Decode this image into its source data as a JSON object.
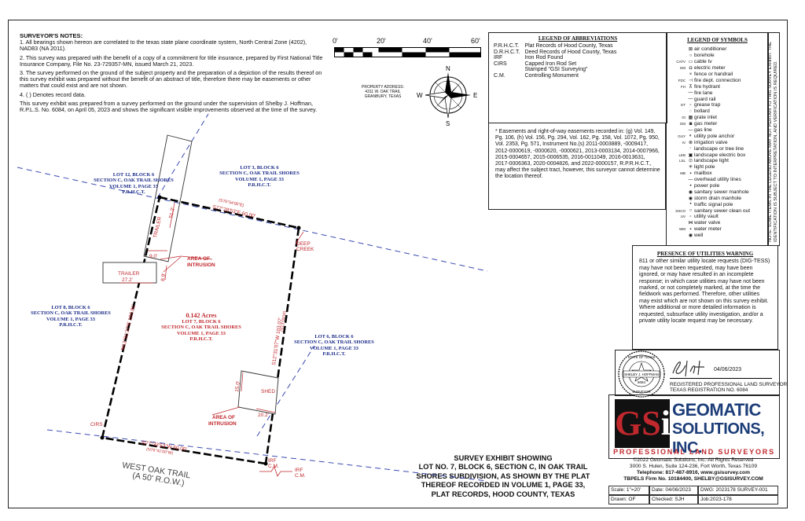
{
  "notes": {
    "heading": "SURVEYOR'S NOTES:",
    "n1": "1.     All bearings shown hereon are correlated to the texas state plane coordinate system, North Central Zone (4202), NAD83 (NA 2011).",
    "n2": "2.     This survey was prepared with the benefit of a copy of a commitment for title insurance, prepared by First National Title Insurance Company, File No. 23-729357-MN, issued March 21, 2023.",
    "n3": "3.     The survey performed on the ground of the subject property and the preparation of a depiction of the results thereof on this survey exhibit was prepared without the benefit of an abstract of title, therefore there may be easements or other matters that could exist and are not shown.",
    "n4": "4. ( ) Denotes record data.",
    "para": "This survey exhibit was prepared from a survey performed on the ground under the supervision of Shelby J. Hoffman, R.P.L.S. No. 6084, on April 05, 2023 and shows the significant visible improvements observed at the time of the survey."
  },
  "scale": {
    "t0": "0'",
    "t1": "20'",
    "t2": "40'",
    "t3": "60'"
  },
  "address": {
    "l1": "PROPERTY ADDRESS:",
    "l2": "4311 W. OAK TRAIL",
    "l3": "GRANBURY, TEXAS"
  },
  "compass": {
    "n": "N",
    "s": "S",
    "e": "E",
    "w": "W"
  },
  "abbreviations": {
    "title": "LEGEND OF ABBREVIATIONS",
    "rows": [
      [
        "P.R.H.C.T.",
        "Plat Records of Hood County, Texas"
      ],
      [
        "D.R.H.C.T.",
        "Deed Records of Hood County, Texas"
      ],
      [
        "IRF",
        "Iron Rod Found"
      ],
      [
        "CIRS",
        "Capped Iron Rod Set"
      ],
      [
        "",
        "Stamped \"GSI Surveying\""
      ],
      [
        "C.M.",
        "Controlling Monument"
      ]
    ]
  },
  "easements": "* Easements and right-of-way easements recorded in: (g) Vol. 149, Pg. 106, (h) Vol. 156, Pg. 294, Vol. 162, Pg. 158, Vol. 1072, Pg. 950, Vol. 2353, Pg. 571, Instrument No.(s) 2011-0003889, -0009417, 2012-0000619, -0000620, -0000621, 2013-0003134, 2014-0007966, 2015-0004657, 2015-0006535, 2016-0011049, 2016-0013631, 2017-0006363, 2020-0004826, and 2022-0000157, R.P.R.H.C.T., may affect the subject tract, however, this surveyor cannot determine the location thereof.",
  "symbols": {
    "title": "LEGEND OF SYMBOLS",
    "items": [
      {
        "code": "",
        "icon": "⊠",
        "label": "air conditioner"
      },
      {
        "code": "",
        "icon": "○",
        "label": "borehole"
      },
      {
        "code": "CATV",
        "icon": "▭",
        "label": "cable tv"
      },
      {
        "code": "EM",
        "icon": "◘",
        "label": "electric meter"
      },
      {
        "code": "",
        "icon": "×",
        "label": "fence or handrail"
      },
      {
        "code": "FDC",
        "icon": "⊣",
        "label": "fire dept. connection"
      },
      {
        "code": "FH",
        "icon": "⊼",
        "label": "fire hydrant"
      },
      {
        "code": "",
        "icon": "—",
        "label": "fire lane"
      },
      {
        "code": "",
        "icon": "—",
        "label": "guard rail"
      },
      {
        "code": "GT",
        "icon": "▫",
        "label": "grease trap"
      },
      {
        "code": "",
        "icon": "◌",
        "label": "bollard"
      },
      {
        "code": "GI",
        "icon": "▦",
        "label": "grate inlet"
      },
      {
        "code": "GM",
        "icon": "◙",
        "label": "gas meter"
      },
      {
        "code": "",
        "icon": "—",
        "label": "gas line"
      },
      {
        "code": "GUY",
        "icon": "◐",
        "label": "utility pole anchor"
      },
      {
        "code": "IV",
        "icon": "⊗",
        "label": "irrigation valve"
      },
      {
        "code": "",
        "icon": "◦",
        "label": "landscape or tree line"
      },
      {
        "code": "LEB",
        "icon": "▣",
        "label": "landscape electric box"
      },
      {
        "code": "LSL",
        "icon": "⊙",
        "label": "landscape light"
      },
      {
        "code": "",
        "icon": "✳",
        "label": "light pole"
      },
      {
        "code": "MB",
        "icon": "▪",
        "label": "mailbox"
      },
      {
        "code": "",
        "icon": "—",
        "label": "overhead utility lines"
      },
      {
        "code": "",
        "icon": "•",
        "label": "power pole"
      },
      {
        "code": "",
        "icon": "◉",
        "label": "sanitary sewer manhole"
      },
      {
        "code": "",
        "icon": "◉",
        "label": "storm drain manhole"
      },
      {
        "code": "",
        "icon": "•",
        "label": "traffic signal pole"
      },
      {
        "code": "SSCO",
        "icon": "○",
        "label": "sanitary sewer clean out"
      },
      {
        "code": "UV",
        "icon": "▫",
        "label": "utility vault"
      },
      {
        "code": "",
        "icon": "⋈",
        "label": "water valve"
      },
      {
        "code": "WM",
        "icon": "▪",
        "label": "water meter"
      },
      {
        "code": "",
        "icon": "◉",
        "label": "well"
      }
    ]
  },
  "vertical_note": "NOTE: SOME ITEMS IN THE LEGEND ABOVE MAY NOT PERTAIN TO THIS SURVEY EXHIBIT. THE IDENTIFICATION IS SUBJECT TO INTERPRETATION, AND VERIFICATION IS REQUIRED.",
  "utilities": {
    "title": "PRESENCE OF UTILITIES WARNING",
    "text": "811 or other similar utility locate requests (DIG-TESS) may have not been requested, may have been ignored, or may have resulted in an incomplete response; in which case utilities may have not been marked, or not completely marked, at the time the fieldwork was performed. Therefore, other utilities may exist which are not shown on this survey exhibit. Where additional or more detailed information is requested, subsurface utility investigation, and/or a private utility locate request may be necessary."
  },
  "seal": {
    "top": "STATE OF TEXAS",
    "name": "SHELBY J. HOFFMAN",
    "num": "6084",
    "bottom": "SURVEYOR"
  },
  "signature": {
    "sig": "SJ Hoff",
    "date": "04/06/2023",
    "l1": "REGISTERED PROFESSIONAL LAND SURVEYOR",
    "l2": "TEXAS REGISTRATION NO. 6084"
  },
  "company": {
    "gsi_g": "G",
    "gsi_s": "S",
    "gsi_i": "i",
    "name1": "GEOMATIC",
    "name2": "SOLUTIONS, INC.",
    "tagline": "PROFESSIONAL LAND SURVEYORS",
    "c1": "©2022 Geomatic Solutions, Inc.-All Rights Reserved",
    "c2": "3000 S. Hulen, Suite 124-236, Fort Worth, Texas 76109",
    "c3": "Telephone: 817-487-8916, www.gsisurvey.com",
    "c4": "TBPELS Firm No. 10184400, SHELBY@GSISURVEY.COM"
  },
  "titleblock": {
    "scale": "Scale: 1\"=20'",
    "date": "Date: 04/06/2023",
    "dwg": "DWG: 2023178 SURVEY-001",
    "drawn": "Drawn: OF",
    "checked": "Checked: SJH",
    "job": "Job:2023-178"
  },
  "exhibit_title": {
    "l1": "SURVEY EXHIBIT SHOWING",
    "l2": "LOT NO. 7, BLOCK 6, SECTION C, IN OAK TRAIL",
    "l3": "SHORES SUBDIVISION, AS SHOWN BY THE PLAT",
    "l4": "THEREOF RECORDED IN VOLUME 1, PAGE 33,",
    "l5": "PLAT RECORDS, HOOD COUNTY, TEXAS"
  },
  "plat": {
    "lot12": [
      "LOT 12, BLOCK 6",
      "SECTION C, OAK TRAIL SHORES",
      "VOLUME 1, PAGE 33",
      "P.R.H.C.T."
    ],
    "lot3": [
      "LOT 3, BLOCK 6",
      "SECTION C, OAK TRAIL SHORES",
      "VOLUME 1, PAGE 33",
      "P.R.H.C.T."
    ],
    "lot8": [
      "LOT 8, BLOCK 6",
      "SECTION C, OAK TRAIL SHORES",
      "VOLUME 1, PAGE 33",
      "P.R.H.C.T."
    ],
    "lot6": [
      "LOT 6, BLOCK 6",
      "SECTION C, OAK TRAIL SHORES",
      "VOLUME 1, PAGE 33",
      "P.R.H.C.T."
    ],
    "lot7": [
      "0.142 Acres",
      "LOT 7, BLOCK 6",
      "SECTION C, OAK TRAIL SHORES",
      "VOLUME 1, PAGE 33",
      "P.R.H.C.T."
    ],
    "bearing_n": "S77°28'53\"E   60.00'",
    "bearing_n_rec": "(S76°54'00\"E)",
    "bearing_s": "N77°33'53\"W   60.00'",
    "bearing_s_rec": "(N76°41'00\"W)",
    "bearing_w": "N12°31'27\"E   102.81'",
    "bearing_e": "S12°31'07\"W   103.07'",
    "bearing_e_rec": "(S13°05'W)",
    "trailer1": "TRAILER",
    "trailer2": "TRAILER",
    "shed": "SHED",
    "d512": "51.2'",
    "d90": "9.0'",
    "d89": "8.9'",
    "d272": "27.2'",
    "d150": "15.0'",
    "d202": "20.2'",
    "intrusion": [
      "AREA OF",
      "INTRUSION"
    ],
    "deep_creek": [
      "DEEP",
      "CREEK"
    ],
    "cirs": "CIRS",
    "irf": [
      "IRF",
      "C.M."
    ],
    "street": [
      "WEST OAK TRAIL",
      "(A 50' R.O.W.)"
    ]
  }
}
